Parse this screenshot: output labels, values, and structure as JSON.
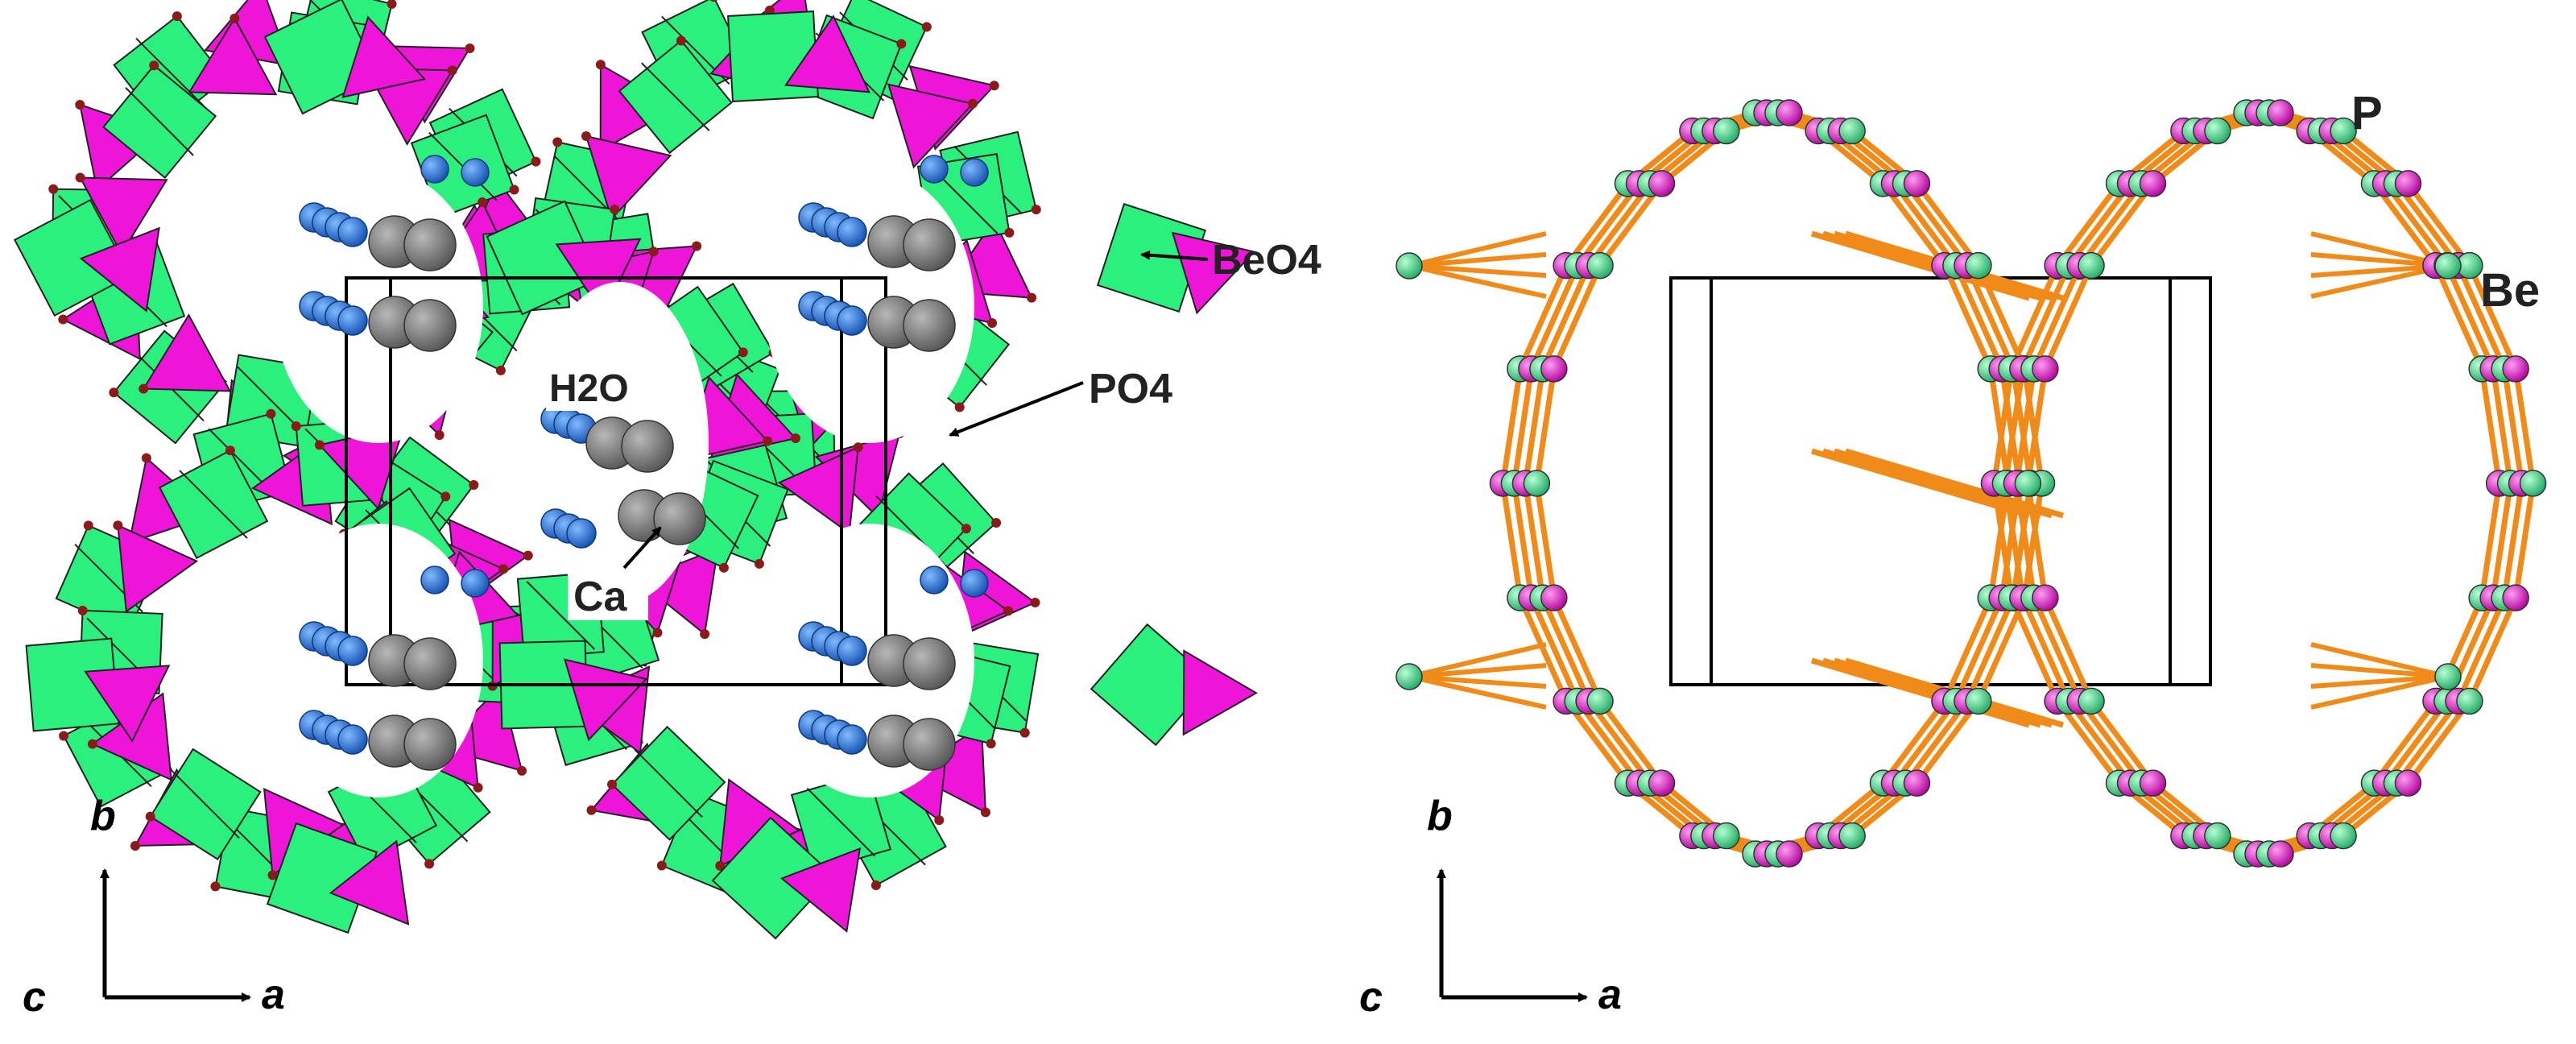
{
  "panels": [
    {
      "id": "polyhedral",
      "labels": {
        "beo4": "BeO4",
        "po4": "PO4",
        "h2o": "H2O",
        "ca": "Ca"
      }
    },
    {
      "id": "framework",
      "labels": {
        "p": "P",
        "be": "Be"
      }
    }
  ],
  "axes": {
    "vertical": "b",
    "horizontal": "a",
    "out_of_plane": "c"
  },
  "colors": {
    "beo4": "#2cf07e",
    "po4": "#ee14d8",
    "water": "#1f78d8",
    "calcium": "#7a7a7a",
    "oxygen": "#8b1a1a",
    "bond": "#f08a18",
    "p_atom": "#ee14d8",
    "be_atom": "#3ee28a",
    "cell": "#000000"
  }
}
